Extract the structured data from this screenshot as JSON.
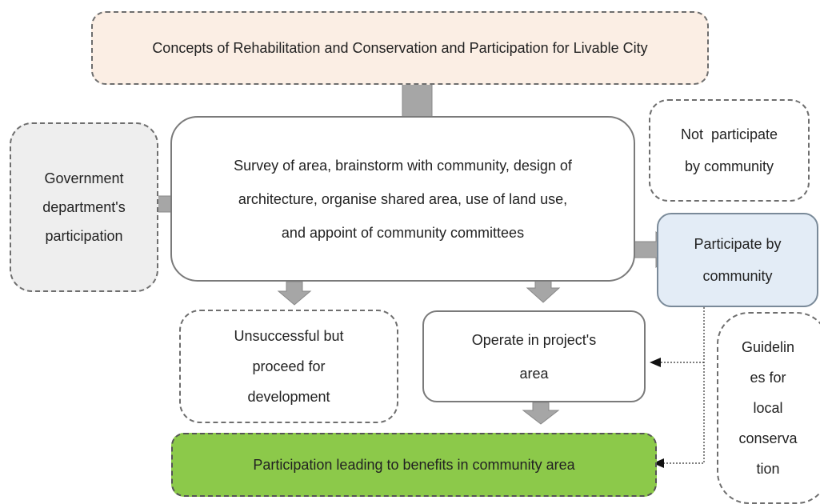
{
  "diagram": {
    "top": "Concepts of Rehabilitation and Conservation and Participation for Livable City",
    "government_lines": [
      "Government",
      "department's",
      "participation"
    ],
    "main_lines": [
      "Survey of area, brainstorm with community, design of",
      "architecture, organise shared area, use of land use,",
      "and appoint of community committees"
    ],
    "not_participate_lines": [
      "Not  participate",
      "by community"
    ],
    "participate_lines": [
      "Participate by",
      "community"
    ],
    "unsuccessful_lines": [
      "Unsuccessful but",
      "proceed for",
      "development"
    ],
    "operate_lines": [
      "Operate in project's",
      "area"
    ],
    "benefit": "Participation leading to benefits in community area",
    "guidelines_lines": [
      "Guidelin",
      "es for",
      "local",
      "conserva",
      "tion"
    ]
  },
  "colors": {
    "top_fill": "#fbeee4",
    "government_fill": "#eeeeee",
    "participate_fill": "#e3ecf6",
    "benefit_fill": "#8cc94a",
    "arrow_fill": "#a6a6a6"
  }
}
